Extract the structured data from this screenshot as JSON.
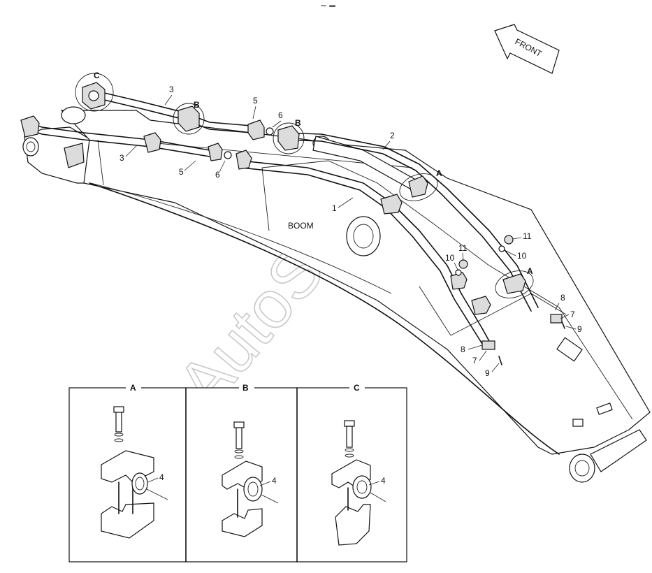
{
  "top_mark": "∼ ═",
  "front_label": "FRONT",
  "boom_label": "BOOM",
  "watermark": "AutoSoft",
  "part_labels": {
    "p1": "1",
    "p2": "2",
    "p3a": "3",
    "p3b": "3",
    "p4a": "4",
    "p4b": "4",
    "p4c": "4",
    "p5a": "5",
    "p5b": "5",
    "p6a": "6",
    "p6b": "6",
    "p7a": "7",
    "p7b": "7",
    "p8a": "8",
    "p8b": "8",
    "p9a": "9",
    "p9b": "9",
    "p10a": "10",
    "p10b": "10",
    "p11a": "11",
    "p11b": "11"
  },
  "callouts": {
    "c_top": "C",
    "b_mid": "B",
    "b_right": "B",
    "a_upper": "A",
    "a_lower": "A"
  },
  "detail_panels": {
    "panel_a": "A",
    "panel_b": "B",
    "panel_c": "C"
  }
}
